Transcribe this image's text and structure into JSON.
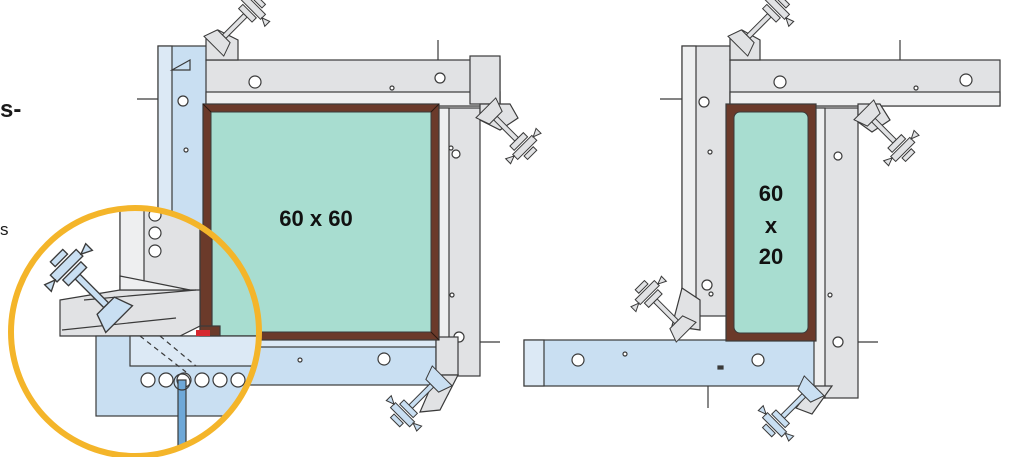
{
  "labels": {
    "left_panel": "60 x 60",
    "right_panel_line1": "60",
    "right_panel_line2": "x",
    "right_panel_line3": "20",
    "cropped_text_1": "s-",
    "cropped_text_2": "s"
  },
  "colors": {
    "steel_gray": "#e1e2e4",
    "outline": "#3a3a3a",
    "frame_brown": "#6b3a2a",
    "panel_mint": "#a8ddd0",
    "clamp_blue": "#c9dff2",
    "clamp_blue_dark": "#6ea8d8",
    "highlight_circle": "#f4b52a",
    "accent_red": "#d6282f"
  }
}
